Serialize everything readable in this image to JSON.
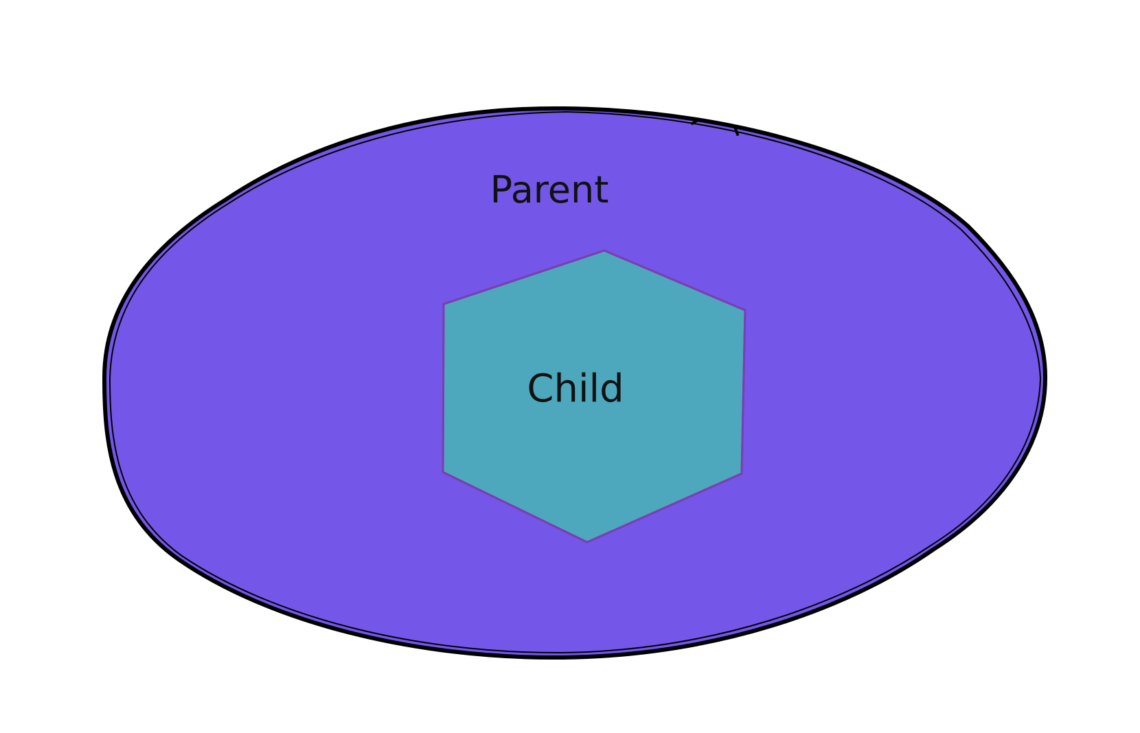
{
  "diagram": {
    "parent": {
      "label": "Parent",
      "fill": "#7457e8",
      "stroke": "#000000",
      "shape": "ellipse"
    },
    "child": {
      "label": "Child",
      "fill": "#4ea8bd",
      "stroke": "#7a3fb0",
      "shape": "hexagon"
    }
  }
}
